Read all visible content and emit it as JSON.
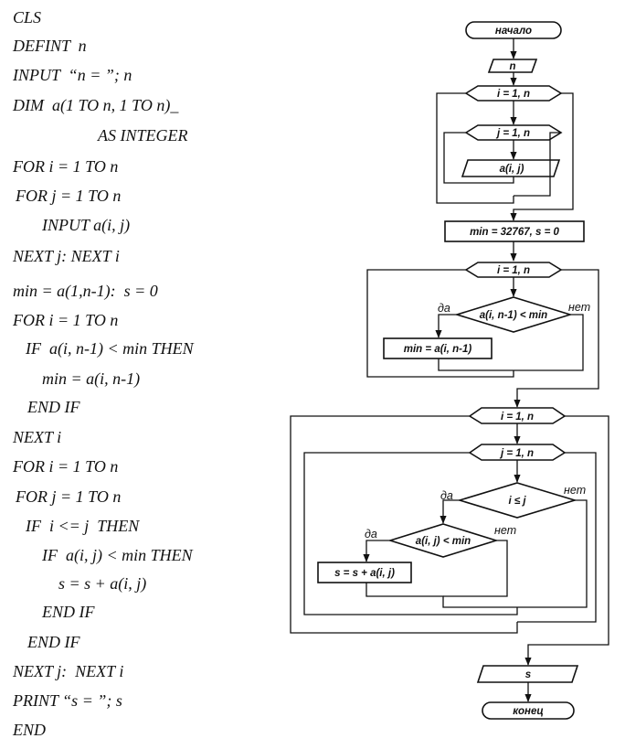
{
  "program": {
    "lines": [
      "CLS",
      "DEFINT  n",
      "INPUT  “n = ”; n",
      "DIM  a(1 TO n, 1 TO n)_",
      "AS INTEGER",
      "FOR i = 1 TO n",
      "FOR j = 1 TO n",
      "INPUT a(i, j)",
      "NEXT j: NEXT i",
      "min = a(1,n-1):  s = 0",
      "FOR i = 1 TO n",
      "IF  a(i, n-1) < min THEN",
      "min = a(i, n-1)",
      "END IF",
      "NEXT i",
      "FOR i = 1 TO n",
      "FOR j = 1 TO n",
      "IF  i <= j  THEN",
      "IF  a(i, j) < min THEN",
      "s = s + a(i, j)",
      "END IF",
      "END IF",
      "NEXT j:  NEXT i",
      "PRINT “s = ”; s",
      "END"
    ]
  },
  "flowchart": {
    "start": "начало",
    "input_n": "n",
    "loop_i1": "i = 1, n",
    "loop_j1": "j = 1, n",
    "input_a": "a(i, j)",
    "init": "min = 32767,   s = 0",
    "loop_i2": "i = 1, n",
    "cond1": "a(i, n-1) < min",
    "assign_min": "min = a(i, n-1)",
    "loop_i3": "i = 1, n",
    "loop_j3": "j = 1, n",
    "cond2": "i ≤ j",
    "cond3": "a(i, j) < min",
    "assign_s": "s = s + a(i, j)",
    "output_s": "s",
    "end": "конец",
    "yes": "да",
    "no": "нет"
  }
}
